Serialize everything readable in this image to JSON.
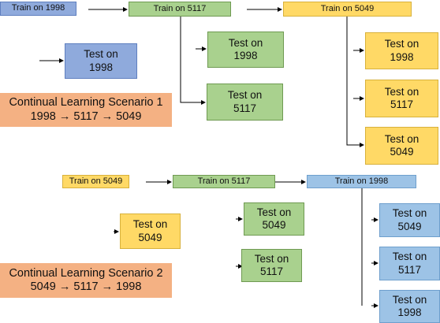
{
  "scenario1": {
    "title": "Continual Learning Scenario 1",
    "sequence": "1998 → 5117 → 5049",
    "train_1998": "Train on 1998",
    "train_5117": "Train on 5117",
    "train_5049": "Train on 5049",
    "tests": {
      "t1998_a": {
        "line1": "Test on",
        "line2": "1998"
      },
      "t1998_b": {
        "line1": "Test on",
        "line2": "1998"
      },
      "t5117_b": {
        "line1": "Test on",
        "line2": "5117"
      },
      "t1998_c": {
        "line1": "Test on",
        "line2": "1998"
      },
      "t5117_c": {
        "line1": "Test on",
        "line2": "5117"
      },
      "t5049_c": {
        "line1": "Test on",
        "line2": "5049"
      }
    }
  },
  "scenario2": {
    "title": "Continual Learning Scenario 2",
    "sequence": "5049 → 5117 → 1998",
    "train_5049": "Train on 5049",
    "train_5117": "Train on 5117",
    "train_1998": "Train on 1998",
    "tests": {
      "t5049_a": {
        "line1": "Test on",
        "line2": "5049"
      },
      "t5049_b": {
        "line1": "Test on",
        "line2": "5049"
      },
      "t5117_b": {
        "line1": "Test on",
        "line2": "5117"
      },
      "t5049_c": {
        "line1": "Test on",
        "line2": "5049"
      },
      "t5117_c": {
        "line1": "Test on",
        "line2": "5117"
      },
      "t1998_c": {
        "line1": "Test on",
        "line2": "1998"
      }
    }
  },
  "colors": {
    "task_1998": "#8faadc",
    "task_1998_light": "#9dc3e6",
    "task_5117": "#a9d18e",
    "task_5049": "#ffd966",
    "scenario_label": "#f4b183"
  }
}
